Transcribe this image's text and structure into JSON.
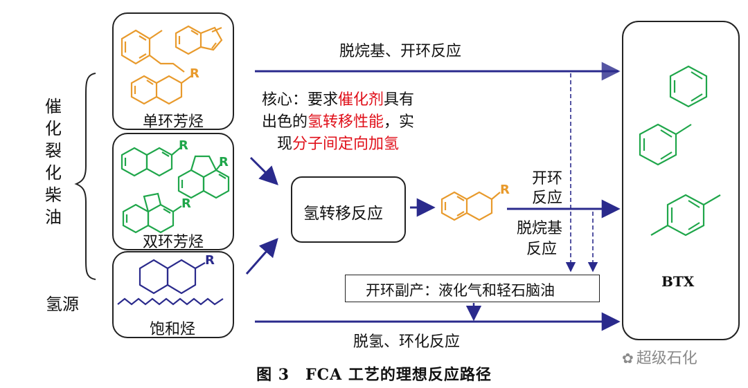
{
  "left_label": "催化裂化柴油",
  "hydrogen_source_label": "氢源",
  "boxes": {
    "monocyclic": "单环芳烃",
    "bicyclic": "双环芳烃",
    "saturated": "饱和烃",
    "hydrogen_transfer": "氢转移反应",
    "byproduct": "开环副产：液化气和轻石脑油",
    "product": "BTX"
  },
  "reactions": {
    "top": "脱烷基、开环反应",
    "middle_line1": "开环",
    "middle_line2": "反应",
    "middle_line3": "脱烷基",
    "middle_line4": "反应",
    "bottom": "脱氢、环化反应"
  },
  "core_note": {
    "part1": "核心：要求",
    "part2": "催化剂",
    "part3": "具有",
    "part4": "出色的",
    "part5": "氢转移性能",
    "part6": "，实",
    "part7": "现",
    "part8": "分子间定向加氢"
  },
  "substituent": "R",
  "caption": "图 3　FCA 工艺的理想反应路径",
  "watermark": "超级石化",
  "colors": {
    "arrow": "#2a2a8c",
    "mono": "#e89a2c",
    "bi": "#1fa64a",
    "sat": "#2a2a8c",
    "highlight": "#e0101a"
  }
}
